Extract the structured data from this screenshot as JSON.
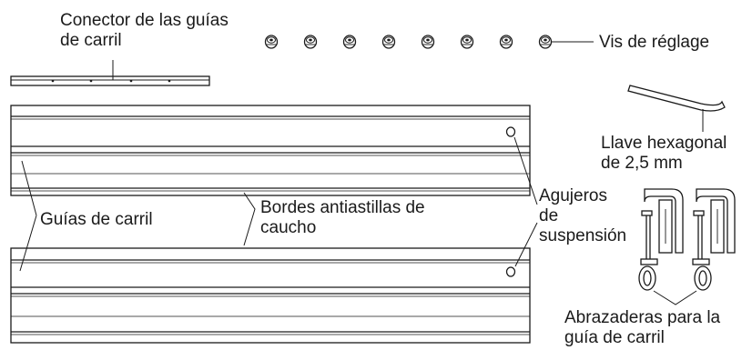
{
  "labels": {
    "connector_line1": "Conector de las guías",
    "connector_line2": "de carril",
    "screws": "Vis de réglage",
    "hex_key_line1": "Llave hexagonal",
    "hex_key_line2": "de 2,5 mm",
    "holes_line1": "Agujeros",
    "holes_line2": "de",
    "holes_line3": "suspensión",
    "rails": "Guías de carril",
    "edges_line1": "Bordes antiastillas de",
    "edges_line2": "caucho",
    "clamps_line1": "Abrazaderas para la",
    "clamps_line2": "guía de carril"
  },
  "screw_count": 8,
  "clamp_count": 2
}
